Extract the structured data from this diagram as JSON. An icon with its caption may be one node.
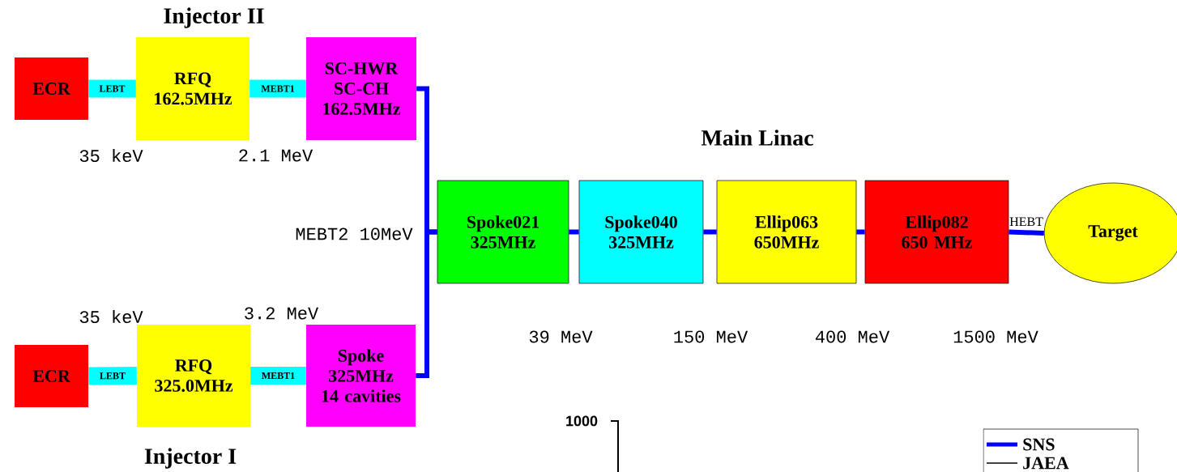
{
  "diagram": {
    "nodes": [
      {
        "text": [
          "ECR"
        ]
      },
      {
        "text": [
          "RFQ 162.5MHz"
        ]
      },
      {
        "text": [
          "SC-HWR SC-CH 162.5MHz"
        ]
      },
      {
        "text": [
          "ECR"
        ]
      },
      {
        "text": [
          "RFQ 325.0MHz"
        ]
      },
      {
        "text": [
          "Spoke 325MHz 14 cavities"
        ]
      },
      {
        "text": [
          "Spoke021 325MHz"
        ]
      },
      {
        "text": [
          "Spoke040 325MHz"
        ]
      },
      {
        "text": [
          "Ellip063 650MHz"
        ]
      },
      {
        "text": [
          "Ellip082 650 MHz"
        ]
      },
      {
        "text": [
          "Target"
        ]
      }
    ],
    "edges": [
      {
        "from": 0,
        "to": 1,
        "arrow": "none",
        "label": "LEBT",
        "style": "thick",
        "color": "#00ffff"
      },
      {
        "from": 1,
        "to": 2,
        "arrow": "none",
        "label": "MEBT1",
        "style": "thick",
        "color": "#00ffff"
      },
      {
        "from": 3,
        "to": 4,
        "arrow": "none",
        "label": "LEBT",
        "style": "thick",
        "color": "#00ffff"
      },
      {
        "from": 4,
        "to": 5,
        "arrow": "none",
        "label": "MEBT1",
        "style": "thick",
        "color": "#00ffff"
      },
      {
        "from": 2,
        "to": 6,
        "arrow": "none"
      },
      {
        "from": 5,
        "to": 6,
        "arrow": "none"
      },
      {
        "from": 6,
        "to": 7,
        "arrow": "none"
      },
      {
        "from": 7,
        "to": 8,
        "arrow": "none"
      },
      {
        "from": 8,
        "to": 9,
        "arrow": "none"
      },
      {
        "from": 9,
        "to": 10,
        "arrow": "none",
        "label": "HEBT"
      }
    ],
    "labels": [
      "Injector II",
      "35 keV",
      "2.1 MeV",
      "Main Linac",
      "MEBT2 10MeV",
      "35 keV",
      "3.2 MeV",
      "39 MeV",
      "150 MeV",
      "400 MeV",
      "1500 MeV",
      "Injector I",
      "1000"
    ],
    "legend": [
      {
        "text": "SNS"
      },
      {
        "text": "JAEA"
      }
    ]
  }
}
